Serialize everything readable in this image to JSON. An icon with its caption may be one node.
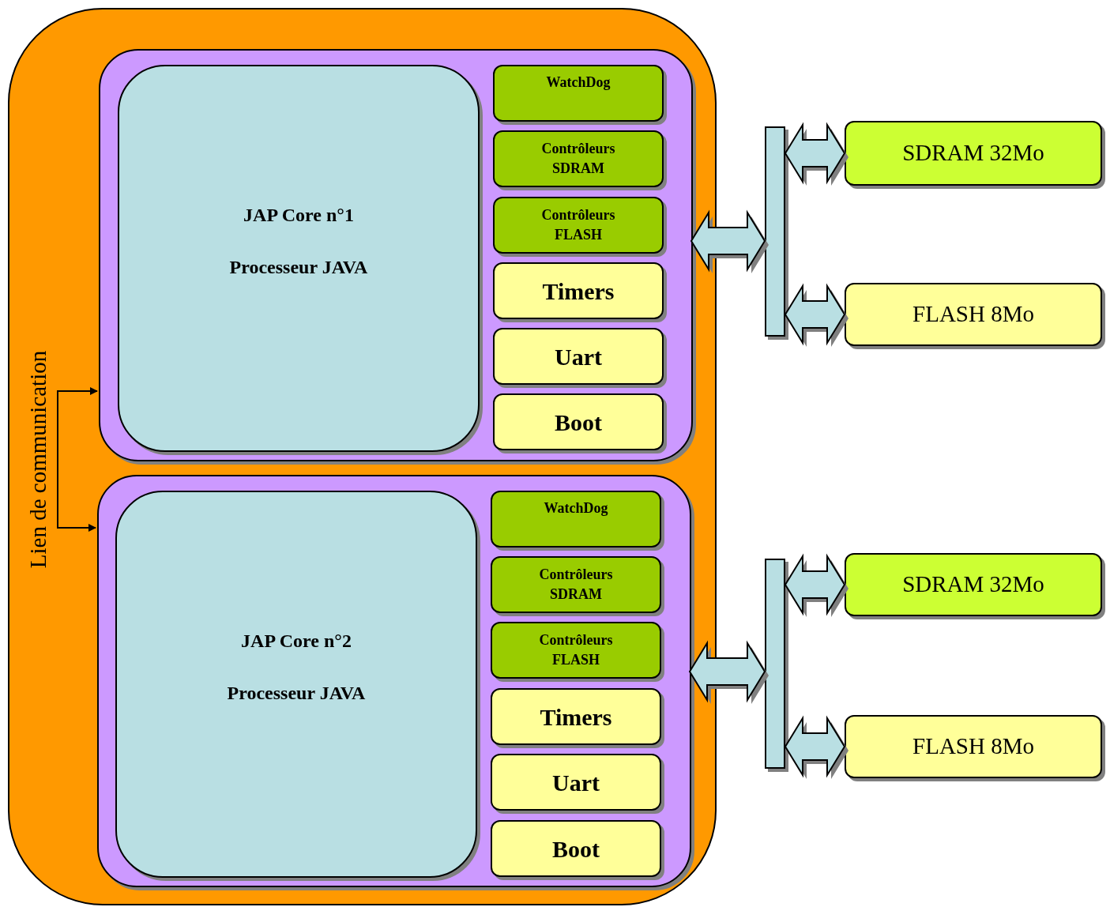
{
  "diagram": {
    "nodes": [
      {
        "text": [],
        "shape": "box"
      },
      {
        "text": [],
        "shape": "box",
        "in": 0
      },
      {
        "text": [
          "JAP Core n°1",
          "Processeur JAVA"
        ],
        "in": 1
      },
      {
        "text": [
          "WatchDog"
        ],
        "in": 1
      },
      {
        "text": [
          "Contrôleurs SDRAM"
        ],
        "in": 1
      },
      {
        "text": [
          "Contrôleurs FLASH"
        ],
        "in": 1
      },
      {
        "text": [
          "Timers"
        ],
        "in": 1
      },
      {
        "text": [
          "Uart"
        ],
        "in": 1
      },
      {
        "text": [
          "Boot"
        ],
        "in": 1
      },
      {
        "text": [],
        "shape": "box",
        "in": 0
      },
      {
        "text": [
          "JAP Core n°2",
          "Processeur JAVA"
        ],
        "in": 9
      },
      {
        "text": [
          "WatchDog"
        ],
        "in": 9
      },
      {
        "text": [
          "Contrôleurs SDRAM"
        ],
        "in": 9
      },
      {
        "text": [
          "Contrôleurs FLASH"
        ],
        "in": 9
      },
      {
        "text": [
          "Timers"
        ],
        "in": 9
      },
      {
        "text": [
          "Uart"
        ],
        "in": 9
      },
      {
        "text": [
          "Boot"
        ],
        "in": 9
      },
      {
        "text": [],
        "shape": "bar"
      },
      {
        "text": [
          "SDRAM 32Mo"
        ]
      },
      {
        "text": [
          "FLASH 8Mo"
        ]
      },
      {
        "text": [],
        "shape": "bar"
      },
      {
        "text": [
          "SDRAM 32Mo"
        ]
      },
      {
        "text": [
          "FLASH 8Mo"
        ]
      }
    ],
    "edges": [
      {
        "from": 1,
        "to": 9,
        "arrow": "both",
        "label": "Lien de communication"
      },
      {
        "from": 1,
        "to": 17,
        "arrow": "both",
        "style": "thick"
      },
      {
        "from": 17,
        "to": 18,
        "arrow": "both",
        "style": "thick"
      },
      {
        "from": 17,
        "to": 19,
        "arrow": "both",
        "style": "thick"
      },
      {
        "from": 9,
        "to": 20,
        "arrow": "both",
        "style": "thick"
      },
      {
        "from": 20,
        "to": 21,
        "arrow": "both",
        "style": "thick"
      },
      {
        "from": 20,
        "to": 22,
        "arrow": "both",
        "style": "thick"
      }
    ]
  }
}
